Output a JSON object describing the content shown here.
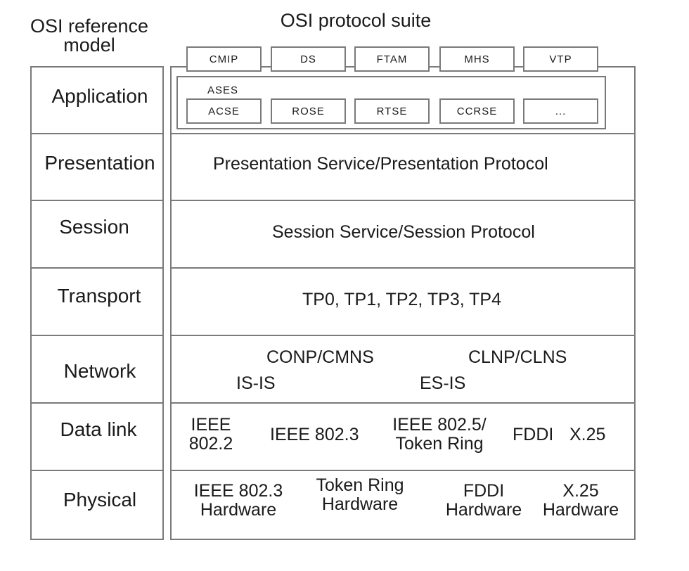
{
  "headers": {
    "reference_model": "OSI reference\nmodel",
    "protocol_suite": "OSI protocol suite"
  },
  "layers": [
    "Application",
    "Presentation",
    "Session",
    "Transport",
    "Network",
    "Data link",
    "Physical"
  ],
  "application": {
    "top_tabs": [
      "CMIP",
      "DS",
      "FTAM",
      "MHS",
      "VTP"
    ],
    "ases_label": "ASES",
    "ases_items": [
      "ACSE",
      "ROSE",
      "RTSE",
      "CCRSE",
      "..."
    ]
  },
  "presentation": "Presentation Service/Presentation Protocol",
  "session": "Session Service/Session Protocol",
  "transport": "TP0, TP1, TP2, TP3, TP4",
  "network": {
    "conp": "CONP/CMNS",
    "clnp": "CLNP/CLNS",
    "isis": "IS-IS",
    "esis": "ES-IS"
  },
  "datalink": {
    "ieee8022": "IEEE\n802.2",
    "ieee8023": "IEEE 802.3",
    "ieee8025": "IEEE 802.5/\nToken Ring",
    "fddi": "FDDI",
    "x25": "X.25"
  },
  "physical": {
    "ieee8023_hw": "IEEE 802.3\nHardware",
    "token_ring_hw": "Token Ring\nHardware",
    "fddi_hw": "FDDI\nHardware",
    "x25_hw": "X.25\nHardware"
  }
}
